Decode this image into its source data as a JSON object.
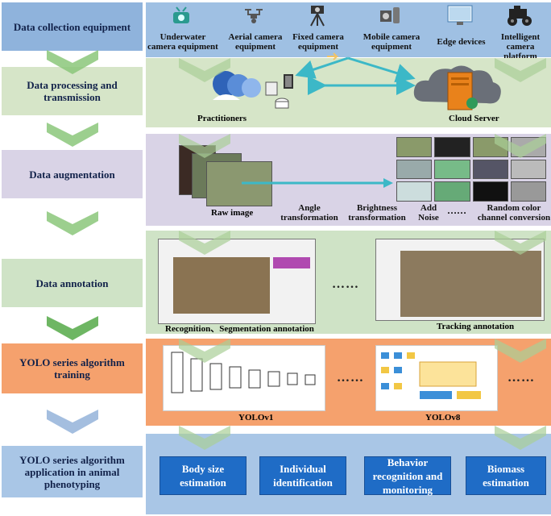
{
  "stages": [
    {
      "label": "Data collection equipment",
      "color": "#8fb3dc"
    },
    {
      "label": "Data processing and transmission",
      "color": "#d6e5c8"
    },
    {
      "label": "Data augmentation",
      "color": "#d9d3e6"
    },
    {
      "label": "Data annotation",
      "color": "#cfe3c6"
    },
    {
      "label": "YOLO series algorithm training",
      "color": "#f5a16d"
    },
    {
      "label": "YOLO series algorithm application in animal phenotyping",
      "color": "#a9c6e6"
    }
  ],
  "equipment": [
    {
      "label": "Underwater camera equipment",
      "icon": "underwater-camera-icon"
    },
    {
      "label": "Aerial camera equipment",
      "icon": "drone-icon"
    },
    {
      "label": "Fixed camera equipment",
      "icon": "tripod-camera-icon"
    },
    {
      "label": "Mobile camera equipment",
      "icon": "mobile-camera-icon"
    },
    {
      "label": "Edge devices",
      "icon": "monitor-icon"
    },
    {
      "label": "Intelligent camera platform",
      "icon": "robot-vehicle-icon"
    }
  ],
  "processing": {
    "practitioners": "Practitioners",
    "cloud": "Cloud Server"
  },
  "augmentation": {
    "raw": "Raw image",
    "angle": "Angle transformation",
    "brightness": "Brightness transformation",
    "noise": "Add Noise",
    "dots": "……",
    "color": "Random color channel conversion"
  },
  "annotation": {
    "seg": "Recognition、Segmentation annotation",
    "track": "Tracking annotation",
    "dots": "……"
  },
  "training": {
    "v1": "YOLOv1",
    "v8": "YOLOv8",
    "dots": "……"
  },
  "applications": [
    "Body size estimation",
    "Individual identification",
    "Behavior recognition and monitoring",
    "Biomass estimation"
  ],
  "colors": {
    "arrow": "#3cb8c7",
    "chevron": "#7fc06a",
    "button": "#1f6cc6"
  }
}
